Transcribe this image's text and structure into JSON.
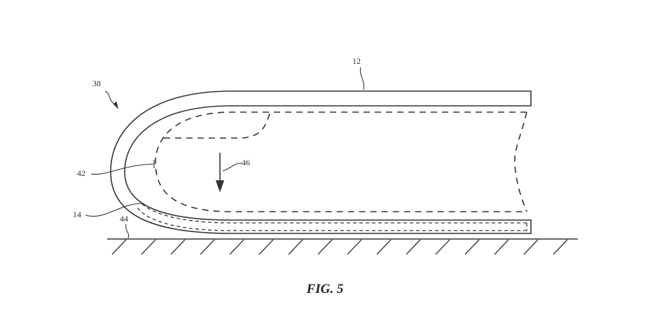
{
  "figure": {
    "caption": "FIG. 5",
    "labels": {
      "device": "12",
      "fold_region": "38",
      "edge_gap": "42",
      "direction": "46",
      "display": "14",
      "surface": "44"
    }
  },
  "colors": {
    "line": "#333333",
    "background": "#ffffff"
  }
}
